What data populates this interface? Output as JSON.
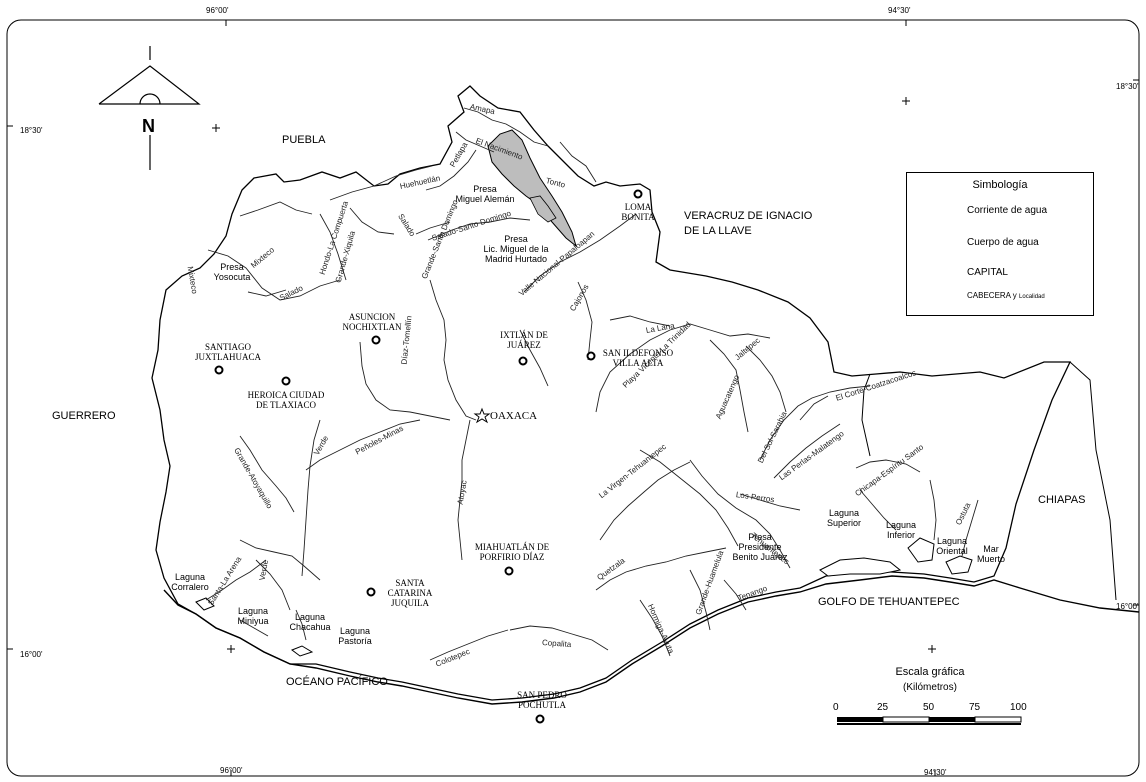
{
  "map": {
    "graticule": {
      "lon_top_left": "96°00'",
      "lon_top_right": "94°30'",
      "lon_bottom_left": "96°00'",
      "lon_bottom_right": "94°30'",
      "lat_top_left": "18°30'",
      "lat_top_right": "18°30'",
      "lat_bottom_left": "16°00'",
      "lat_bottom_right": "16°00'"
    },
    "north_label": "N",
    "neighbors": {
      "puebla": "PUEBLA",
      "veracruz_line1": "VERACRUZ DE IGNACIO",
      "veracruz_line2": "DE LA LLAVE",
      "guerrero": "GUERRERO",
      "chiapas": "CHIAPAS",
      "golfo": "GOLFO DE TEHUANTEPEC",
      "oceano": "OCÉANO PACÍFICO"
    },
    "capital": "OAXACA",
    "cabeceras": {
      "loma_bonita_1": "LOMA",
      "loma_bonita_2": "BONITA",
      "asuncion_1": "ASUNCION",
      "asuncion_2": "NOCHIXTLAN",
      "ixtlan_1": "IXTLÁN DE",
      "ixtlan_2": "JUÁREZ",
      "santiago_1": "SANTIAGO",
      "santiago_2": "JUXTLAHUACA",
      "heroica_1": "HEROICA CIUDAD",
      "heroica_2": "DE TLAXIACO",
      "ildefonso_1": "SAN ILDEFONSO",
      "ildefonso_2": "VILLA ALTA",
      "miahuatlan_1": "MIAHUATLÁN DE",
      "miahuatlan_2": "PORFIRIO DÍAZ",
      "catarina_1": "SANTA",
      "catarina_2": "CATARINA",
      "catarina_3": "JUQUILA",
      "pochutla_1": "SAN PEDRO",
      "pochutla_2": "POCHUTLA"
    },
    "water_bodies": {
      "miguel_aleman_1": "Presa",
      "miguel_aleman_2": "Miguel Alemán",
      "madrid_1": "Presa",
      "madrid_2": "Lic. Miguel de la",
      "madrid_3": "Madrid Hurtado",
      "yosocuta_1": "Presa",
      "yosocuta_2": "Yosocuta",
      "benito_1": "Presa",
      "benito_2": "Presidente",
      "benito_3": "Benito Juárez",
      "corralero_1": "Laguna",
      "corralero_2": "Corralero",
      "miniyua_1": "Laguna",
      "miniyua_2": "Miniyua",
      "chacahua_1": "Laguna",
      "chacahua_2": "Chacahua",
      "pastoria_1": "Laguna",
      "pastoria_2": "Pastoría",
      "superior_1": "Laguna",
      "superior_2": "Superior",
      "inferior_1": "Laguna",
      "inferior_2": "Inferior",
      "oriental_1": "Laguna",
      "oriental_2": "Oriental",
      "mar_muerto_1": "Mar",
      "mar_muerto_2": "Muerto"
    },
    "rivers": {
      "amapa": "Amapa",
      "nacimiento": "El Nacimiento",
      "tonto": "Tonto",
      "petlapa": "Petlapa",
      "huehuetlan": "Huehuetlán",
      "salado_top": "Salado",
      "santo_domingo": "Salado-Santo Domingo",
      "grande_santo_domingo": "Grande-Santo Domingo",
      "hondo": "Hondo-La Compuerta",
      "grande_xiquila": "Grande-Xiquila",
      "mixteco": "Mixteco",
      "mixteco_b": "Mixteco",
      "salado_left": "Salado",
      "valle_nacional": "Valle Nacional-Papaloapan",
      "cajonos": "Cajonos",
      "la_lana": "La Lana",
      "playa_vicente": "Playa Vicente-La Trinidad",
      "jaltepec": "Jaltepec",
      "aguacatengo": "Aguacatengo",
      "del_sol": "Del Sol-Sarabia",
      "coatzacoalcos": "El Corte-Coatzacoalcos",
      "las_perlas": "Las Perlas-Malatengo",
      "diaz_tomellin": "Díaz-Tomellín",
      "penoles": "Peñoles-Minas",
      "verde_mid": "Verde",
      "grande_atoyaquillo": "Grande-Atoyaquillo",
      "atoyac": "Atoyac",
      "la_virgen": "La Virgen-Tehuantepec",
      "los_perros": "Los Perros",
      "chicapa": "Chicapa-Espíritu Santo",
      "ostuta": "Ostuta",
      "tehuantepec": "Tehuantepec",
      "tenango": "Tenango",
      "grande_huamelula": "Grande-Huamelula",
      "hormiga": "Hormiga-Ayuta",
      "copalita": "Copalita",
      "colotepec": "Colotepec",
      "verde_low": "Verde",
      "la_arena": "Santa-La Arena",
      "quetzala": "Quetzala"
    },
    "legend": {
      "title": "Simbología",
      "corriente": "Corriente de agua",
      "cuerpo": "Cuerpo de agua",
      "capital": "CAPITAL",
      "cabecera": "CABECERA y",
      "localidad": "Localidad"
    },
    "scale": {
      "title": "Escala gráfica",
      "units": "(Kilómetros)",
      "ticks": [
        "0",
        "25",
        "50",
        "75",
        "100"
      ]
    }
  }
}
